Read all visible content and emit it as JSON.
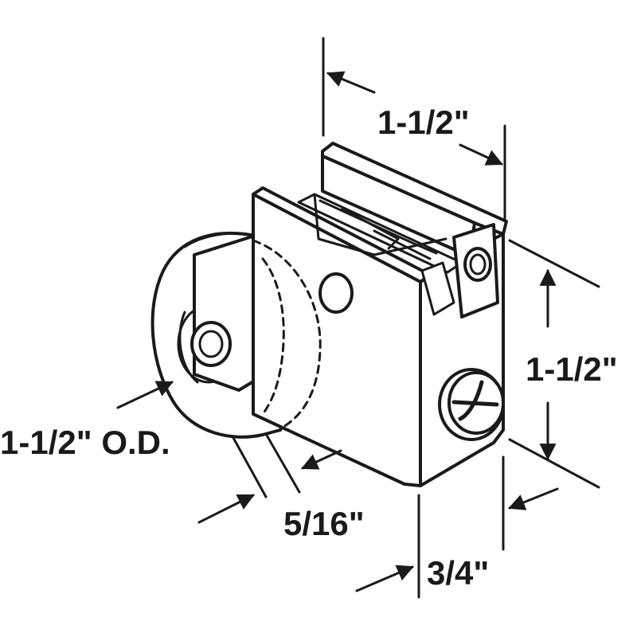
{
  "diagram": {
    "dimensions": {
      "top_width": "1-1/2\"",
      "right_height": "1-1/2\"",
      "wheel_od": "1-1/2\" O.D.",
      "wheel_thickness": "5/16\"",
      "depth": "3/4\""
    },
    "colors": {
      "ink": "#1a1a1a",
      "background": "#ffffff"
    },
    "icons": {
      "adjust_screw": "phillips-screw-head",
      "arrows": "dimension-arrowheads"
    }
  }
}
